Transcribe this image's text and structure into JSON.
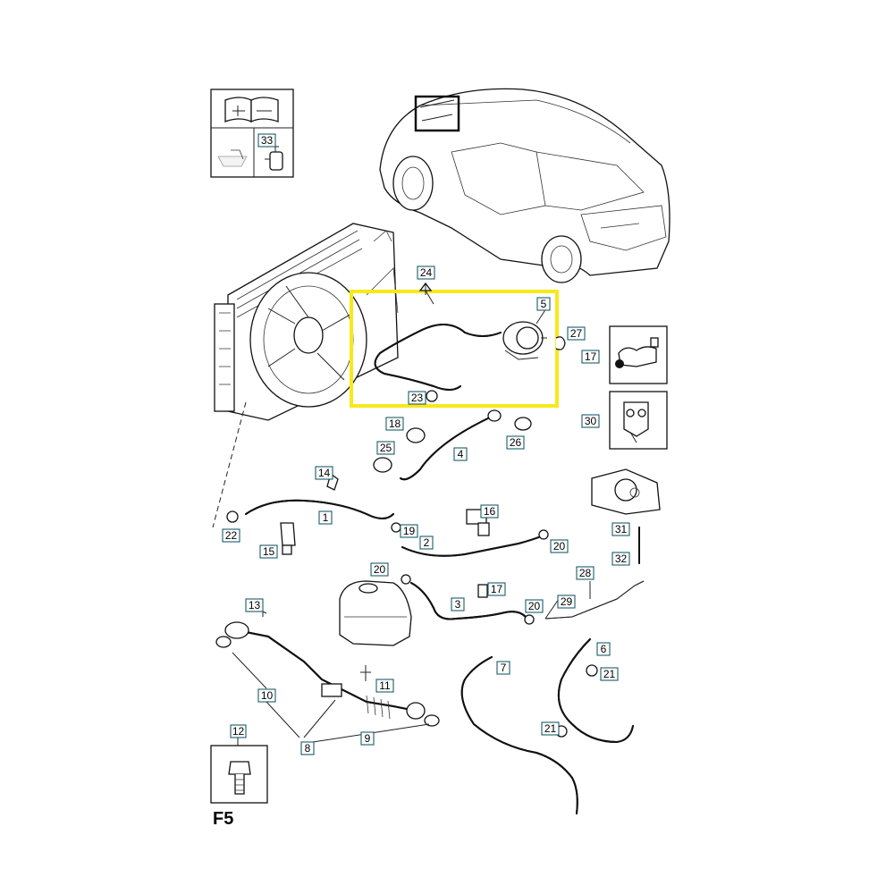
{
  "figure_label": "F5",
  "legend_top": {
    "number": "33"
  },
  "legend_bottom": {
    "number": "12"
  },
  "callouts": [
    {
      "id": "c24",
      "text": "24"
    },
    {
      "id": "c5",
      "text": "5"
    },
    {
      "id": "c27",
      "text": "27"
    },
    {
      "id": "c17a",
      "text": "17"
    },
    {
      "id": "c30",
      "text": "30"
    },
    {
      "id": "c23",
      "text": "23"
    },
    {
      "id": "c18",
      "text": "18"
    },
    {
      "id": "c26",
      "text": "26"
    },
    {
      "id": "c25",
      "text": "25"
    },
    {
      "id": "c4",
      "text": "4"
    },
    {
      "id": "c14",
      "text": "14"
    },
    {
      "id": "c16",
      "text": "16"
    },
    {
      "id": "c1",
      "text": "1"
    },
    {
      "id": "c22",
      "text": "22"
    },
    {
      "id": "c19",
      "text": "19"
    },
    {
      "id": "c2",
      "text": "2"
    },
    {
      "id": "c15",
      "text": "15"
    },
    {
      "id": "c20a",
      "text": "20"
    },
    {
      "id": "c31",
      "text": "31"
    },
    {
      "id": "c32",
      "text": "32"
    },
    {
      "id": "c20b",
      "text": "20"
    },
    {
      "id": "c28",
      "text": "28"
    },
    {
      "id": "c17b",
      "text": "17"
    },
    {
      "id": "c13",
      "text": "13"
    },
    {
      "id": "c3",
      "text": "3"
    },
    {
      "id": "c20c",
      "text": "20"
    },
    {
      "id": "c29",
      "text": "29"
    },
    {
      "id": "c6",
      "text": "6"
    },
    {
      "id": "c7",
      "text": "7"
    },
    {
      "id": "c21a",
      "text": "21"
    },
    {
      "id": "c11",
      "text": "11"
    },
    {
      "id": "c10",
      "text": "10"
    },
    {
      "id": "c21b",
      "text": "21"
    },
    {
      "id": "c9",
      "text": "9"
    },
    {
      "id": "c8",
      "text": "8"
    }
  ],
  "colors": {
    "highlight": "#f7e91a",
    "callout_border": "#1a5c6b",
    "ink": "#111111"
  }
}
